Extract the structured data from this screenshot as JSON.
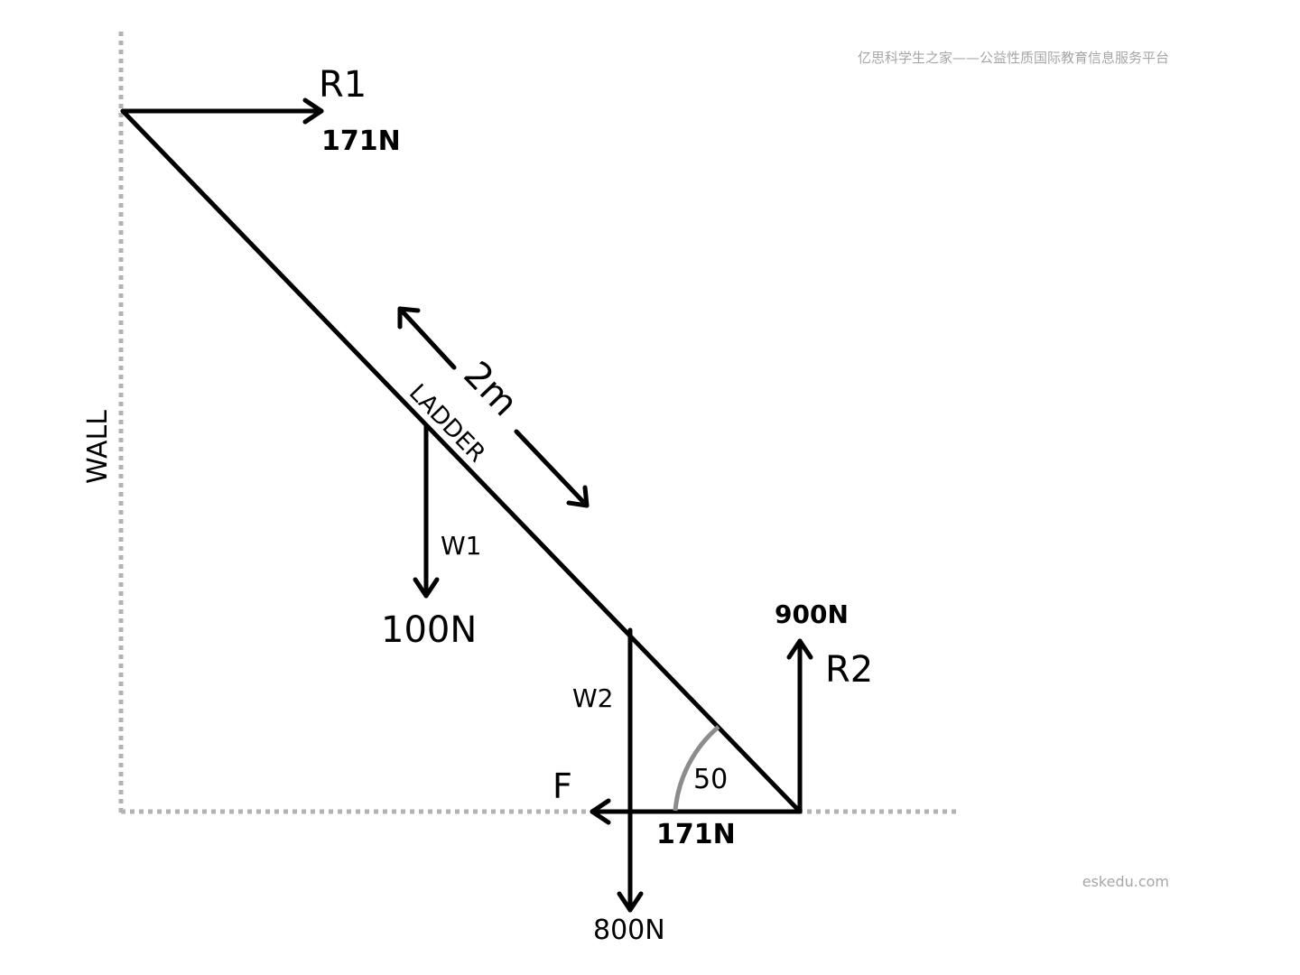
{
  "labels": {
    "wall": "WALL",
    "ladder": "LADDER",
    "length": "2m",
    "angle": "50",
    "r1": "R1",
    "r1_value": "171N",
    "w1": "W1",
    "w1_value": "100N",
    "w2": "W2",
    "w2_value": "800N",
    "r2": "R2",
    "r2_value": "900N",
    "f": "F",
    "f_value": "171N"
  },
  "watermark": {
    "top": "亿思科学生之家——公益性质国际教育信息服务平台",
    "bottom": "eskedu.com"
  },
  "colors": {
    "ink": "#000000",
    "guide": "#b3b3b3",
    "angle_arc": "#8c8c8c",
    "watermark": "#a6a6a6"
  }
}
